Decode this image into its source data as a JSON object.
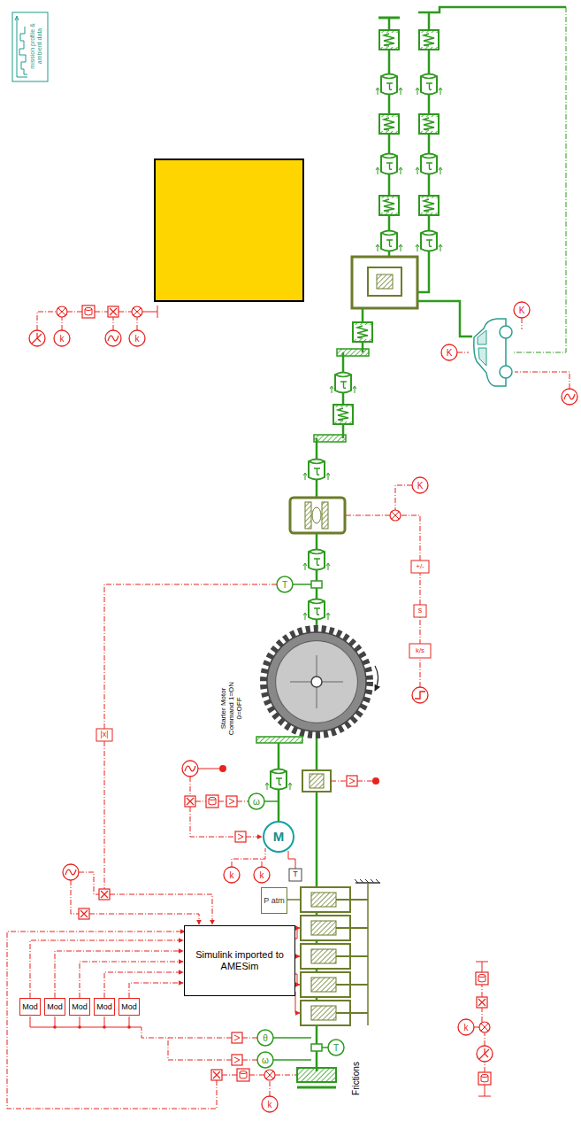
{
  "diagram": {
    "nodes": [
      {
        "text": [
          "Simulink imported to AMESim"
        ]
      },
      {
        "text": [
          "Mod"
        ]
      },
      {
        "text": [
          "Mod"
        ]
      },
      {
        "text": [
          "Mod"
        ]
      },
      {
        "text": [
          "Mod"
        ]
      },
      {
        "text": [
          "Mod"
        ]
      },
      {
        "text": [
          "P atm"
        ]
      },
      {
        "text": [
          "M"
        ]
      }
    ],
    "edges": [
      {
        "from": 1,
        "to": 0,
        "arrow": "to"
      },
      {
        "from": 2,
        "to": 0,
        "arrow": "to"
      },
      {
        "from": 3,
        "to": 0,
        "arrow": "to"
      },
      {
        "from": 4,
        "to": 0,
        "arrow": "to"
      },
      {
        "from": 5,
        "to": 0,
        "arrow": "to"
      }
    ],
    "labels": [
      "mission profile & ambient data",
      "k",
      "k",
      "K",
      "+/-",
      "s",
      "k/s",
      "K",
      "K",
      "T",
      "Starter Motor Command 1=ON 0=OFF",
      "ω",
      "k",
      "k",
      "T",
      "|x|",
      "T",
      "θ",
      "ω",
      "k",
      "Frictions",
      "k"
    ]
  }
}
